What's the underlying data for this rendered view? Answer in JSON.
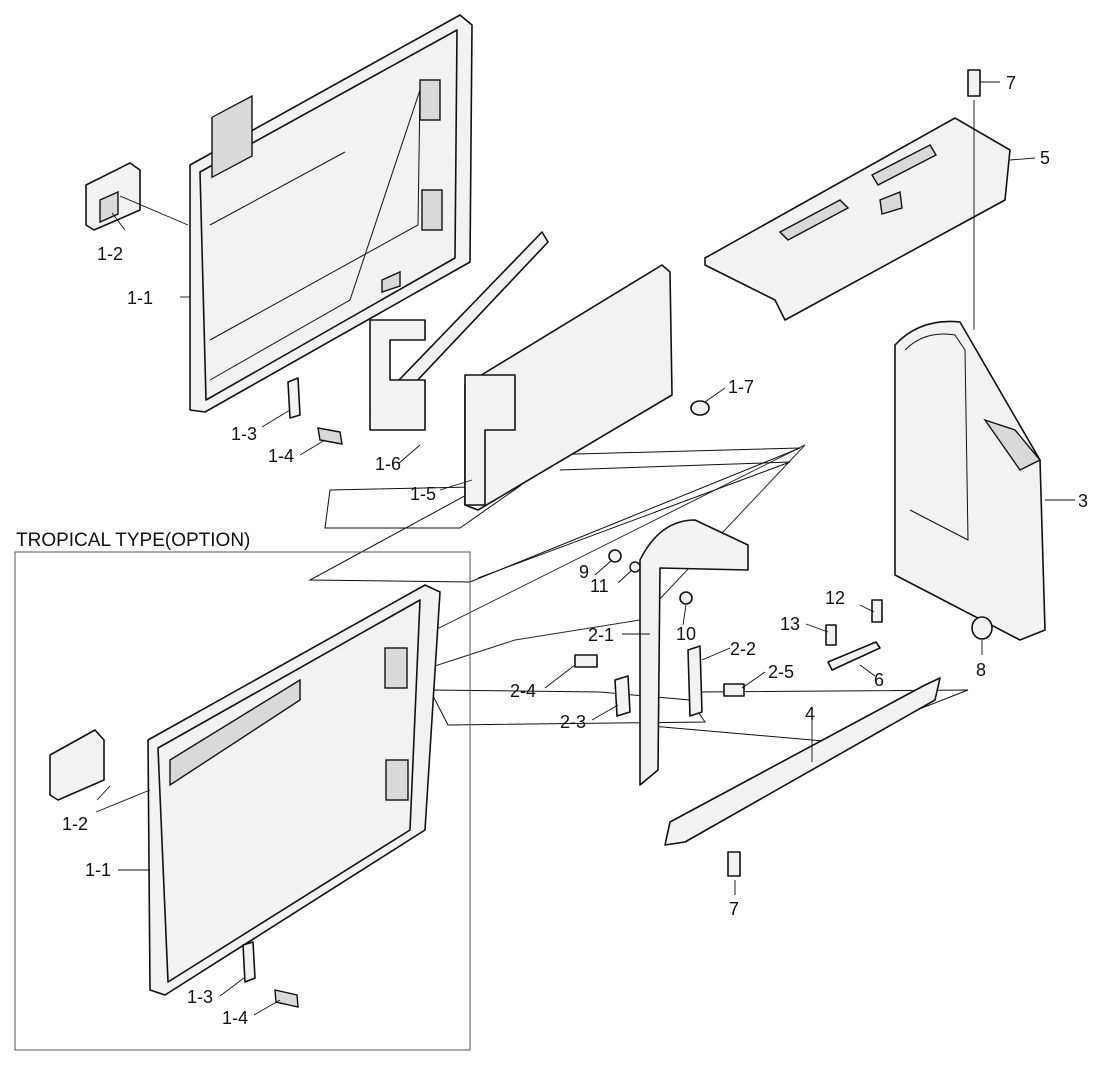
{
  "diagram": {
    "section_title": "TROPICAL TYPE(OPTION)",
    "labels": {
      "door_main_1_1": "1-1",
      "door_main_1_2": "1-2",
      "door_main_1_3": "1-3",
      "door_main_1_4": "1-4",
      "seal_1_5": "1-5",
      "seal_1_6": "1-6",
      "plug_1_7": "1-7",
      "bracket_2_1": "2-1",
      "bracket_2_2": "2-2",
      "bracket_2_3": "2-3",
      "bolt_2_4": "2-4",
      "bolt_2_5": "2-5",
      "frame_3": "3",
      "bar_4": "4",
      "plate_5": "5",
      "latch_6": "6",
      "bolt_7_top": "7",
      "bolt_7_bottom": "7",
      "plug_8": "8",
      "bolt_9": "9",
      "bush_10": "10",
      "washer_11": "11",
      "bolt_12": "12",
      "bolt_13": "13",
      "door_trop_1_1": "1-1",
      "door_trop_1_2": "1-2",
      "door_trop_1_3": "1-3",
      "door_trop_1_4": "1-4"
    }
  }
}
